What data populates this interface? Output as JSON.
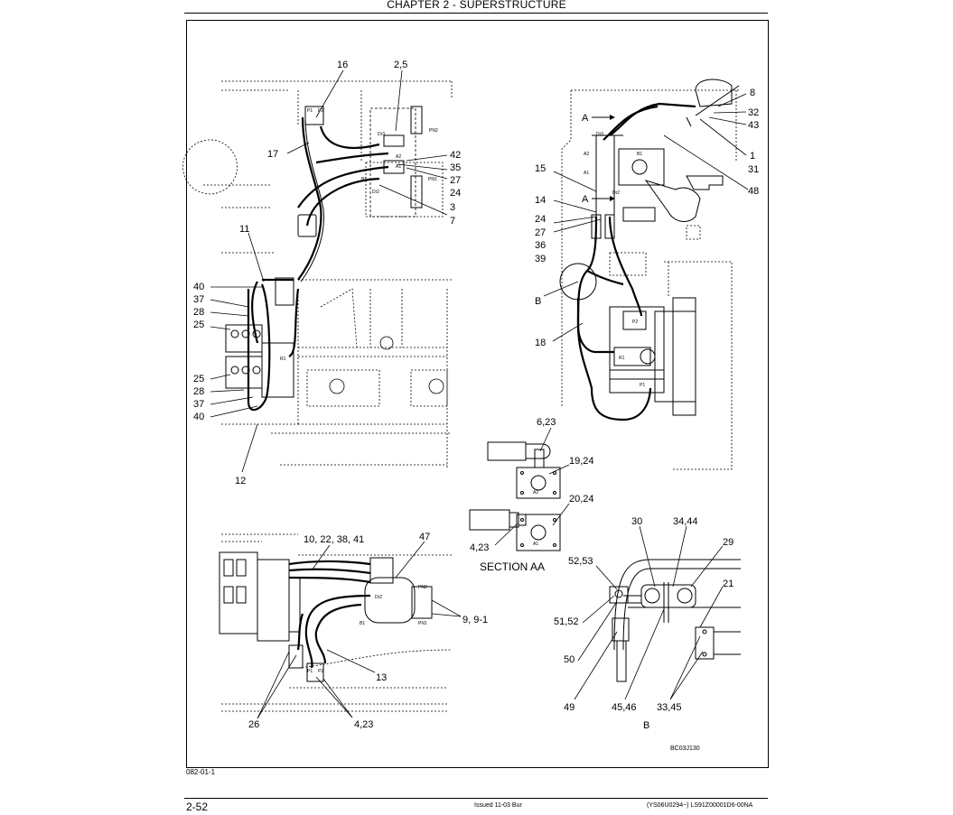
{
  "header": {
    "title": "CHAPTER 2 - SUPERSTRUCTURE"
  },
  "figure": {
    "number": "082-01-1",
    "code": "BC03J130",
    "section_title": "SECTION AA",
    "detail_b": "B",
    "view_a": "A",
    "view_b": "B"
  },
  "callouts": {
    "top_left": {
      "c16": "16",
      "c2_5": "2,5",
      "c17": "17",
      "c42": "42",
      "c35": "35",
      "c27": "27",
      "c24": "24",
      "c3": "3",
      "c7": "7",
      "c11": "11",
      "c40a": "40",
      "c37a": "37",
      "c28a": "28",
      "c25a": "25",
      "c25b": "25",
      "c28b": "28",
      "c37b": "37",
      "c40b": "40",
      "c12": "12"
    },
    "top_right": {
      "c8": "8",
      "c32": "32",
      "c43": "43",
      "c1": "1",
      "c31": "31",
      "c48": "48",
      "c15": "15",
      "c14": "14",
      "c24": "24",
      "c27": "27",
      "c36": "36",
      "c39": "39",
      "c18": "18"
    },
    "section_aa": {
      "c6_23": "6,23",
      "c19_24": "19,24",
      "c20_24": "20,24",
      "c4_23": "4,23"
    },
    "bottom_left": {
      "c10_22_38_41": "10, 22, 38, 41",
      "c47": "47",
      "c9": "9, 9-1",
      "c13": "13",
      "c26": "26",
      "c4_23": "4,23"
    },
    "detail_b": {
      "c30": "30",
      "c34_44": "34,44",
      "c29": "29",
      "c52_53": "52,53",
      "c21": "21",
      "c51_52": "51,52",
      "c50": "50",
      "c49": "49",
      "c45_46": "45,46",
      "c33_45": "33,45"
    }
  },
  "port_labels": {
    "p1": "P1",
    "p2": "P2",
    "dr3": "Dr3",
    "pn2": "PN2",
    "a2": "A2",
    "a1": "A1",
    "b1": "B1",
    "pn1": "PN1",
    "dr2": "Dr2",
    "r1": "R1"
  },
  "footer": {
    "page_number": "2-52",
    "issued": "Issued 11-03   Bur",
    "docref": "(YS06U0294~)   LS91Z00001D6-00NA"
  }
}
